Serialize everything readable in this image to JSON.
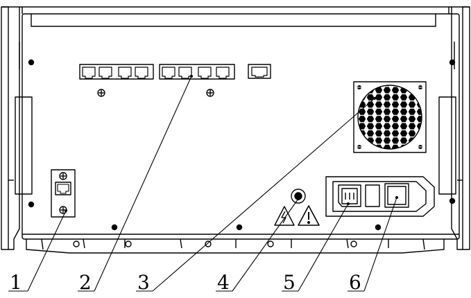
{
  "callouts": [
    {
      "id": "1",
      "label": "1"
    },
    {
      "id": "2",
      "label": "2"
    },
    {
      "id": "3",
      "label": "3"
    },
    {
      "id": "4",
      "label": "4"
    },
    {
      "id": "5",
      "label": "5"
    },
    {
      "id": "6",
      "label": "6"
    }
  ],
  "colors": {
    "line": "#000000",
    "background": "#ffffff",
    "hatch": "#000000"
  },
  "icons": [
    "hazard-warning-icon",
    "electric-shock-warning-icon",
    "ground-terminal-icon",
    "screw-icon"
  ]
}
